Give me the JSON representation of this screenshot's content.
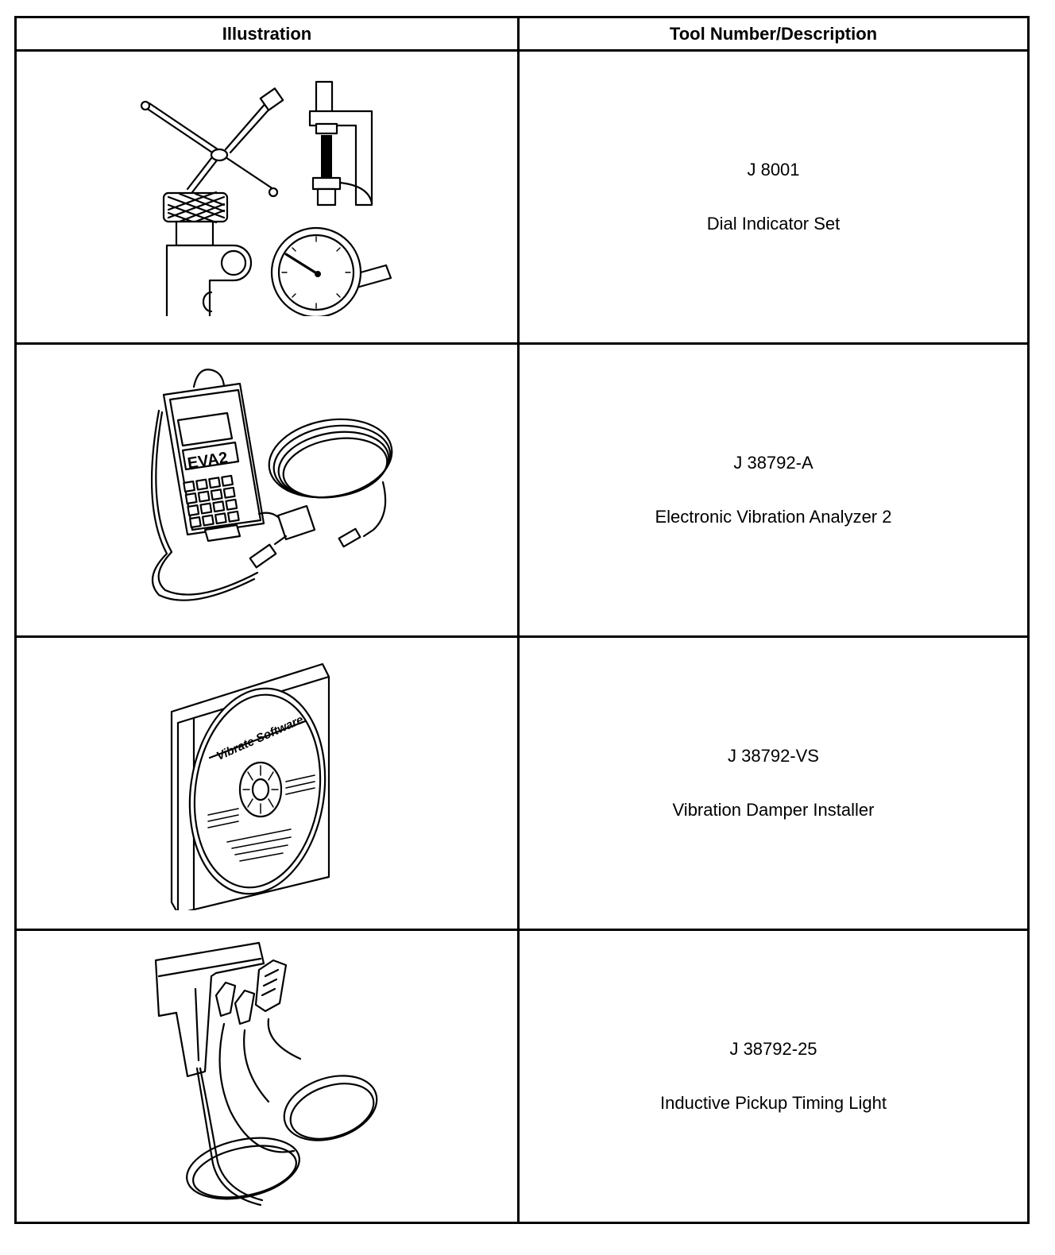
{
  "table": {
    "headers": [
      "Illustration",
      "Tool Number/Description"
    ],
    "rows": [
      {
        "tool_number": "J 8001",
        "description": "Dial Indicator Set",
        "illustration": "dial-indicator-set-icon"
      },
      {
        "tool_number": "J 38792-A",
        "description": "Electronic Vibration Analyzer 2",
        "illustration": "vibration-analyzer-icon",
        "label": "EVA2"
      },
      {
        "tool_number": "J 38792-VS",
        "description": "Vibration Damper Installer",
        "illustration": "software-cd-icon",
        "label": "Vibrate Software"
      },
      {
        "tool_number": "J 38792-25",
        "description": "Inductive Pickup Timing Light",
        "illustration": "timing-light-icon"
      }
    ]
  }
}
